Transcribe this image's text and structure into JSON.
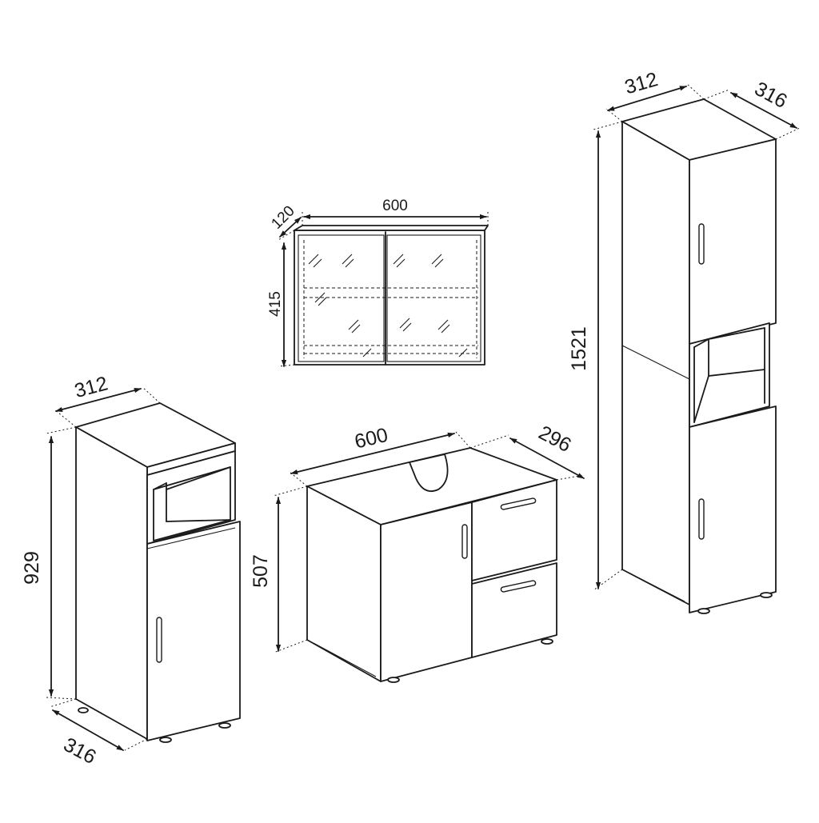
{
  "furniture": {
    "mirror_cabinet": {
      "width": "600",
      "depth": "120",
      "height": "415"
    },
    "vanity_unit": {
      "width": "600",
      "depth": "296",
      "height": "507"
    },
    "low_cabinet": {
      "width": "312",
      "depth": "316",
      "height": "929"
    },
    "tall_cabinet": {
      "width": "312",
      "depth": "316",
      "height": "1521"
    }
  }
}
